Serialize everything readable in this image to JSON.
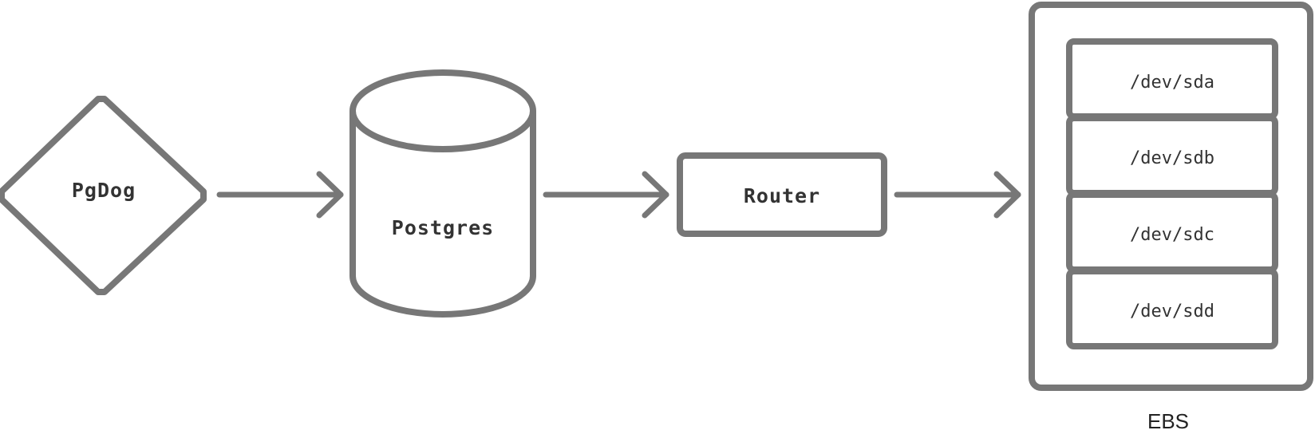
{
  "diagram": {
    "nodes": {
      "pgdog": {
        "label": "PgDog"
      },
      "postgres": {
        "label": "Postgres"
      },
      "router": {
        "label": "Router"
      },
      "ebs": {
        "label": "EBS",
        "devices": [
          {
            "label": "/dev/sda"
          },
          {
            "label": "/dev/sdb"
          },
          {
            "label": "/dev/sdc"
          },
          {
            "label": "/dev/sdd"
          }
        ]
      }
    },
    "edges": [
      {
        "from": "PgDog",
        "to": "Postgres"
      },
      {
        "from": "Postgres",
        "to": "Router"
      },
      {
        "from": "Router",
        "to": "EBS"
      }
    ],
    "colors": {
      "stroke": "#777777",
      "text": "#333333",
      "background": "#ffffff"
    }
  }
}
